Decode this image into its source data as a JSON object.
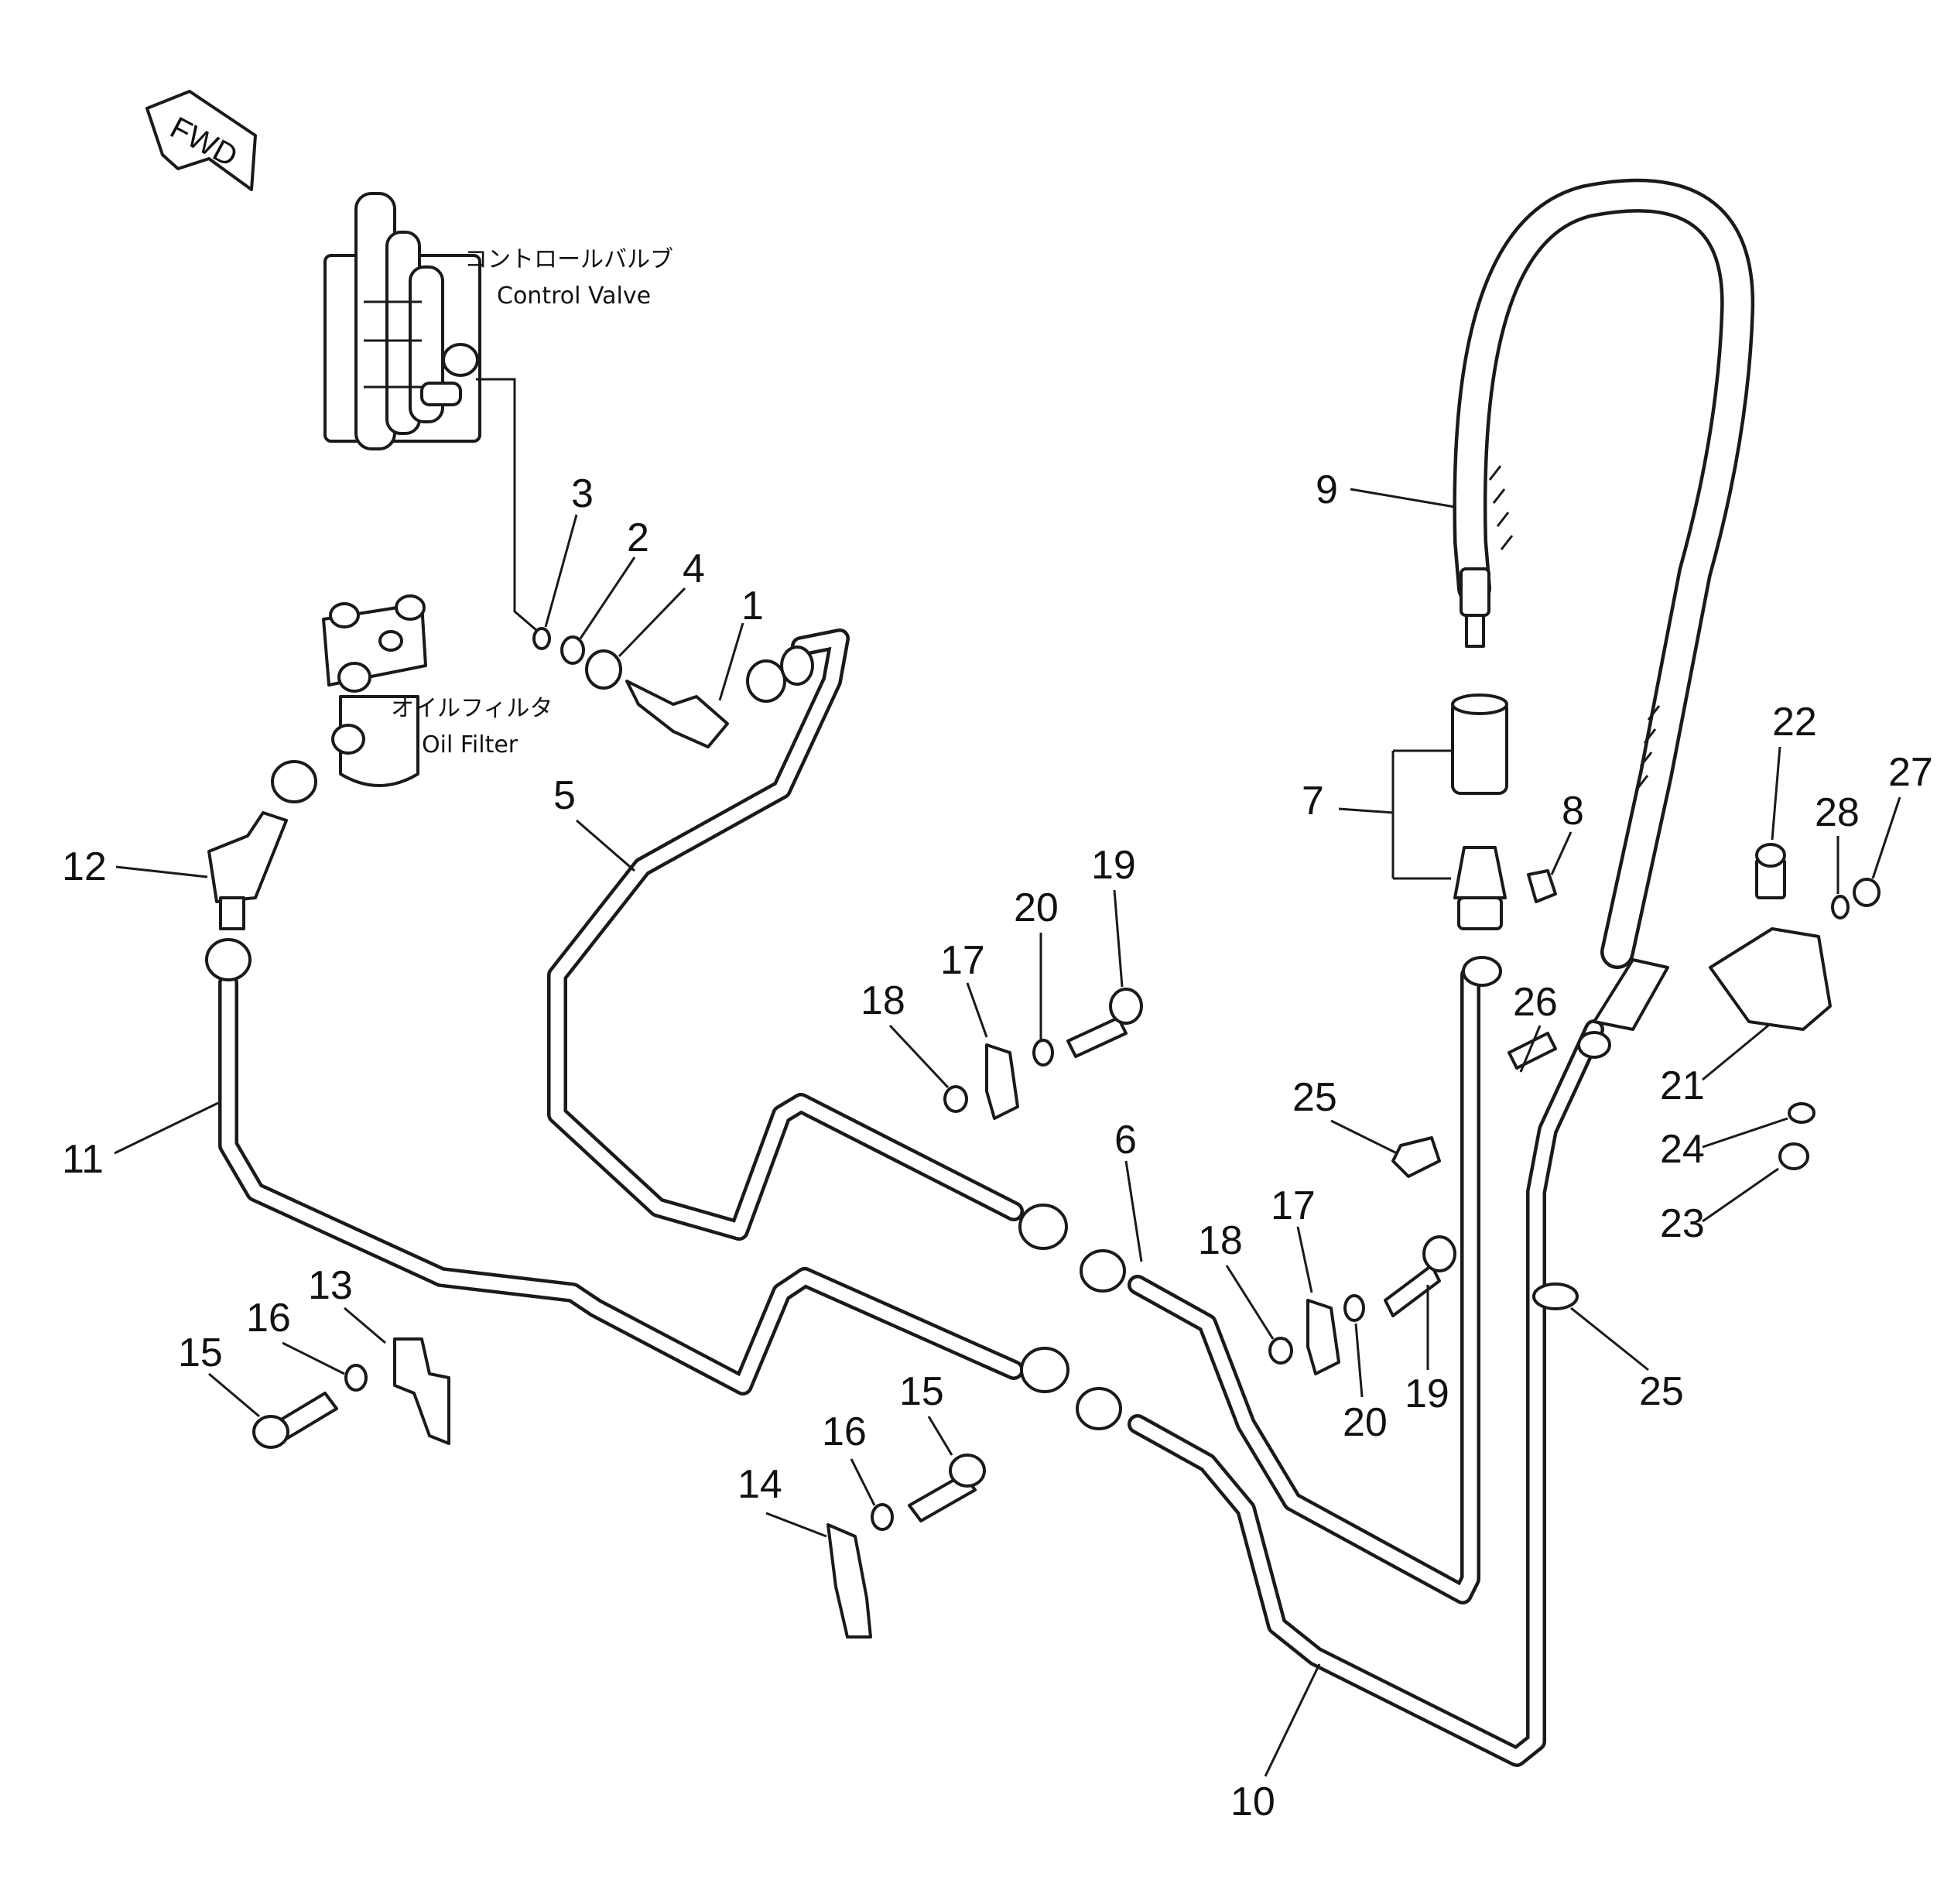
{
  "direction_marker": {
    "text": "FWD"
  },
  "components": {
    "control_valve": {
      "label_jp": "コントロールバルブ",
      "label_en": "Control Valve"
    },
    "oil_filter": {
      "label_jp": "オイルフィルタ",
      "label_en": "Oil Filter"
    }
  },
  "callouts": {
    "c1": "1",
    "c2": "2",
    "c3": "3",
    "c4": "4",
    "c5": "5",
    "c6": "6",
    "c7": "7",
    "c8": "8",
    "c9": "9",
    "c10": "10",
    "c11": "11",
    "c12": "12",
    "c13": "13",
    "c14": "14",
    "c15a": "15",
    "c15b": "15",
    "c16a": "16",
    "c16b": "16",
    "c17a": "17",
    "c17b": "17",
    "c18a": "18",
    "c18b": "18",
    "c19a": "19",
    "c19b": "19",
    "c20a": "20",
    "c20b": "20",
    "c21": "21",
    "c22": "22",
    "c23": "23",
    "c24": "24",
    "c25a": "25",
    "c25b": "25",
    "c26": "26",
    "c27": "27",
    "c28": "28"
  }
}
